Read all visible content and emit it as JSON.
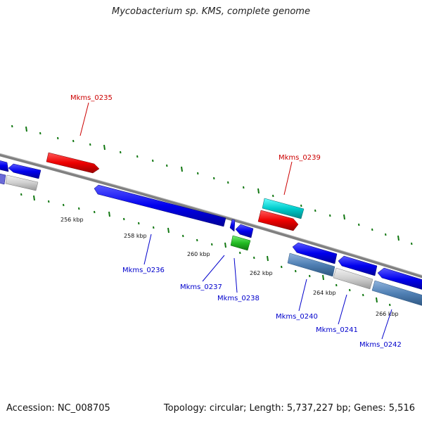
{
  "title": "Mycobacterium sp. KMS, complete genome",
  "footer": {
    "accession": "Accession: NC_008705",
    "summary": "Topology: circular; Length: 5,737,227 bp; Genes: 5,516"
  },
  "scale_labels": [
    "256 kbp",
    "258 kbp",
    "260 kbp",
    "262 kbp",
    "264 kbp",
    "266 kbp"
  ],
  "gene_labels": [
    {
      "name": "Mkms_0235",
      "color": "#cc0000"
    },
    {
      "name": "Mkms_0236",
      "color": "#0000cc"
    },
    {
      "name": "Mkms_0237",
      "color": "#0000cc"
    },
    {
      "name": "Mkms_0238",
      "color": "#0000cc"
    },
    {
      "name": "Mkms_0239",
      "color": "#cc0000"
    },
    {
      "name": "Mkms_0240",
      "color": "#0000cc"
    },
    {
      "name": "Mkms_0241",
      "color": "#0000cc"
    },
    {
      "name": "Mkms_0242",
      "color": "#0000cc"
    }
  ],
  "colors": {
    "forward_gene": "#ee0000",
    "reverse_gene": "#0000ee",
    "rna_gene": "#00cccc",
    "green_gene": "#22bb22",
    "steel_gene": "#4f7fb3",
    "grey_gene": "#c8c8c8",
    "backbone": "#808080",
    "tick": "#117711"
  }
}
